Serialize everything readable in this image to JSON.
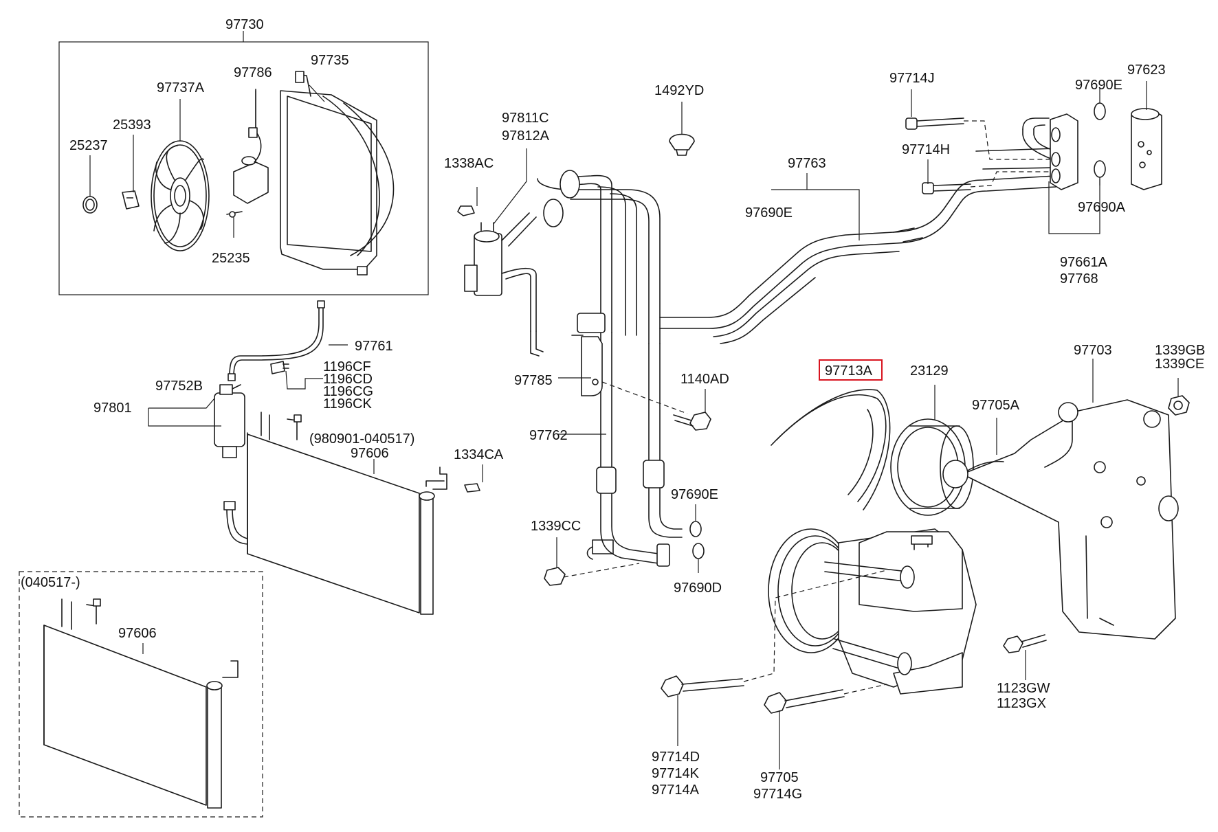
{
  "labels": {
    "l97730": "97730",
    "l97735": "97735",
    "l97786": "97786",
    "l97737A": "97737A",
    "l25393": "25393",
    "l25237": "25237",
    "l25235": "25235",
    "l97761": "97761",
    "l97752B": "97752B",
    "l97801": "97801",
    "l1196CF": "1196CF",
    "l1196CD": "1196CD",
    "l1196CG": "1196CG",
    "l1196CK": "1196CK",
    "l980901": "(980901-040517)",
    "l97606a": "97606",
    "l1334CA": "1334CA",
    "l040517": "(040517-)",
    "l97606b": "97606",
    "l1338AC": "1338AC",
    "l97811C": "97811C",
    "l97812A": "97812A",
    "l1492YD": "1492YD",
    "l97785": "97785",
    "l97762": "97762",
    "l1140AD": "1140AD",
    "l1339CC": "1339CC",
    "l97690E_mid": "97690E",
    "l97690D": "97690D",
    "l97763": "97763",
    "l97690E_left": "97690E",
    "l97714J": "97714J",
    "l97714H": "97714H",
    "l97690E_top": "97690E",
    "l97623": "97623",
    "l97690A": "97690A",
    "l97661A": "97661A",
    "l97768": "97768",
    "l97713A": "97713A",
    "l23129": "23129",
    "l97705A": "97705A",
    "l97703": "97703",
    "l1339GB": "1339GB",
    "l1339CE": "1339CE",
    "l1123GW": "1123GW",
    "l1123GX": "1123GX",
    "l97714D": "97714D",
    "l97714K": "97714K",
    "l97714A": "97714A",
    "l97705": "97705",
    "l97714G": "97714G"
  },
  "highlight": {
    "part": "97713A",
    "color": "#d8141f"
  }
}
